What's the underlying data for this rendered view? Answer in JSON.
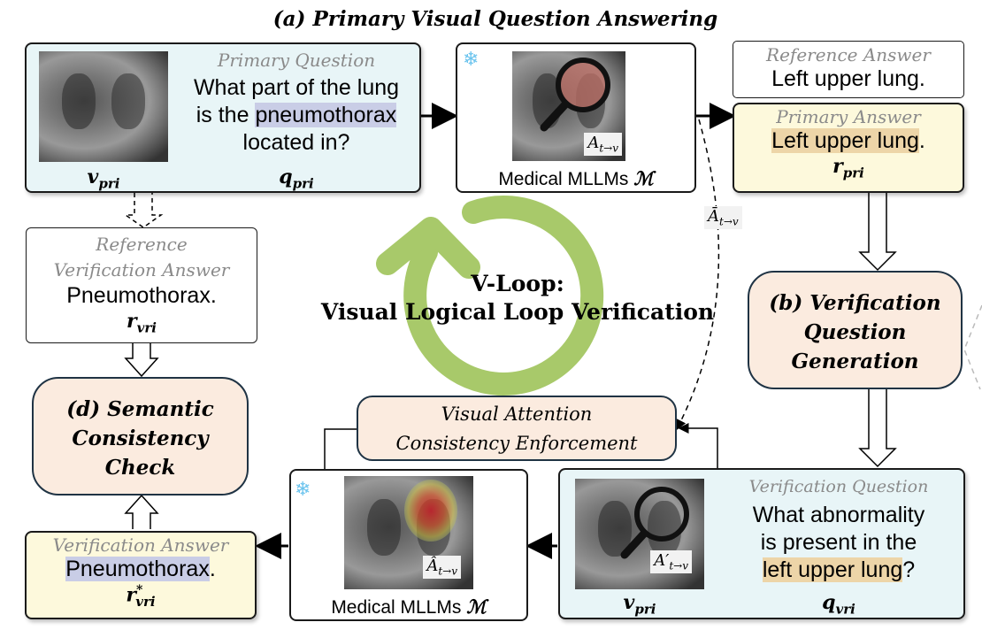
{
  "title": {
    "prefix": "(a) ",
    "text": "Primary Visual Question Answering"
  },
  "primary_question_box": {
    "label": "Primary Question",
    "text_line1": "What part of the lung",
    "text_line2_pre": "is the ",
    "text_line2_hl": "pneumothorax",
    "text_line3": "located in?",
    "image_var": "v",
    "image_var_sub": "pri",
    "question_var": "q",
    "question_var_sub": "pri"
  },
  "mllm_top": {
    "label": "Medical MLLMs ",
    "model_symbol": "ℳ",
    "attention_label": "A",
    "attention_sub": "t→v",
    "icons": [
      "snowflake-icon",
      "magnifier-icon"
    ]
  },
  "reference_answer_box": {
    "label": "Reference Answer",
    "text": "Left upper lung."
  },
  "primary_answer_box": {
    "label": "Primary Answer",
    "text_hl": "Left upper lung",
    "text_tail": ".",
    "var": "r",
    "var_sub": "pri"
  },
  "attention_bar_label": {
    "text": "Ā",
    "sub": "t→v"
  },
  "loop_center": {
    "line1": "V-Loop:",
    "line2": "Visual Logical Loop Verification"
  },
  "reference_verification_box": {
    "label_line1": "Reference",
    "label_line2": "Verification Answer",
    "text": "Pneumothorax.",
    "var": "r",
    "var_sub": "vri"
  },
  "verification_question_generation": {
    "prefix": "(b) ",
    "line1": "Verification",
    "line2": "Question",
    "line3": "Generation"
  },
  "semantic_consistency_check": {
    "prefix": "(d) ",
    "line1": "Semantic",
    "line2": "Consistency",
    "line3": "Check"
  },
  "attention_enforcement": {
    "line1": "Visual Attention",
    "line2": "Consistency Enforcement"
  },
  "verification_answer_box": {
    "label": "Verification Answer",
    "text_hl": "Pneumothorax",
    "text_tail": ".",
    "var": "r",
    "var_sup": "*",
    "var_sub": "vri"
  },
  "mllm_bottom": {
    "label": "Medical MLLMs ",
    "model_symbol": "ℳ",
    "attention_label": "Â",
    "attention_sub": "t→v"
  },
  "verification_question_box": {
    "label": "Verification Question",
    "text_line1": "What abnormality",
    "text_line2": "is present in the",
    "text_line3_hl": "left upper lung",
    "text_line3_tail": "?",
    "image_var": "v",
    "image_var_sub": "pri",
    "question_var": "q",
    "question_var_sub": "vri",
    "attention_label": "A′",
    "attention_sub": "t→v"
  },
  "colors": {
    "question_box_bg": "#e8f5f7",
    "answer_box_bg": "#fdf9dc",
    "module_box_bg": "#fbebdf",
    "highlight_blue": "#c9cde6",
    "highlight_tan": "#edd5a8",
    "loop_arrow": "#a8c96a",
    "snowflake": "#6cc4ee",
    "label_gray": "#8a8a8a"
  }
}
